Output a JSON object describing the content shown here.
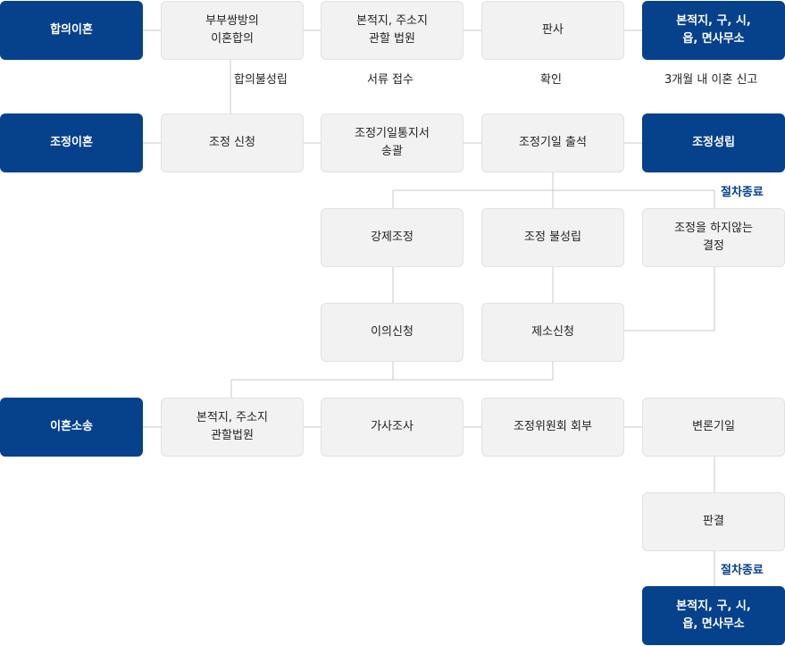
{
  "row1": {
    "type": "합의이혼",
    "step1": "부부쌍방의\n이혼합의",
    "step2": "본적지, 주소지\n관할 법원",
    "step3": "판사",
    "result": "본적지, 구, 시,\n읍, 면사무소",
    "note_fail": "합의불성립",
    "note2": "서류 접수",
    "note3": "확인",
    "note4": "3개월 내 이혼 신고"
  },
  "row2": {
    "type": "조정이혼",
    "step1": "조정 신청",
    "step2": "조정기일통지서\n송괄",
    "step3": "조정기일 출석",
    "result": "조정성립",
    "end_label": "절차종료"
  },
  "branch": {
    "forced": "강제조정",
    "fail": "조정 불성립",
    "nodecision": "조정을 하지않는\n결정",
    "objection": "이의신청",
    "lawsuit": "제소신청"
  },
  "row3": {
    "type": "이혼소송",
    "step1": "본적지, 주소지\n관할법원",
    "step2": "가사조사",
    "step3": "조정위원회 회부",
    "step4": "변론기일",
    "judgment": "판결",
    "end_label": "절차종료",
    "result": "본적지, 구, 시,\n읍, 면사무소"
  },
  "colors": {
    "dark_box": "#06418c",
    "light_box": "#f2f2f2",
    "connector": "#c8c8c8",
    "end_text": "#06418c"
  }
}
